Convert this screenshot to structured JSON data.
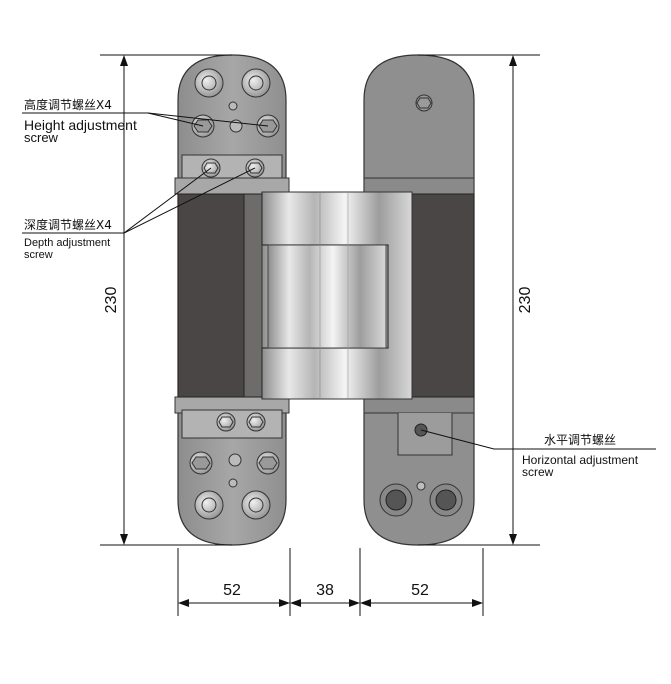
{
  "labels": {
    "height_cn": "高度调节螺丝X4",
    "height_en_1": "Height adjustment",
    "height_en_2": "screw",
    "depth_cn": "深度调节螺丝X4",
    "depth_en_1": "Depth adjustment",
    "depth_en_2": "screw",
    "horizontal_cn": "水平调节螺丝",
    "horizontal_en_1": "Horizontal adjustment",
    "horizontal_en_2": "screw"
  },
  "dimensions": {
    "left_height": "230",
    "right_height": "230",
    "left_width": "52",
    "middle_width": "38",
    "right_width": "52"
  },
  "colors": {
    "plate": "#9a9a9a",
    "dark_insert": "#4a4646",
    "chrome": "#c8c8c8"
  }
}
